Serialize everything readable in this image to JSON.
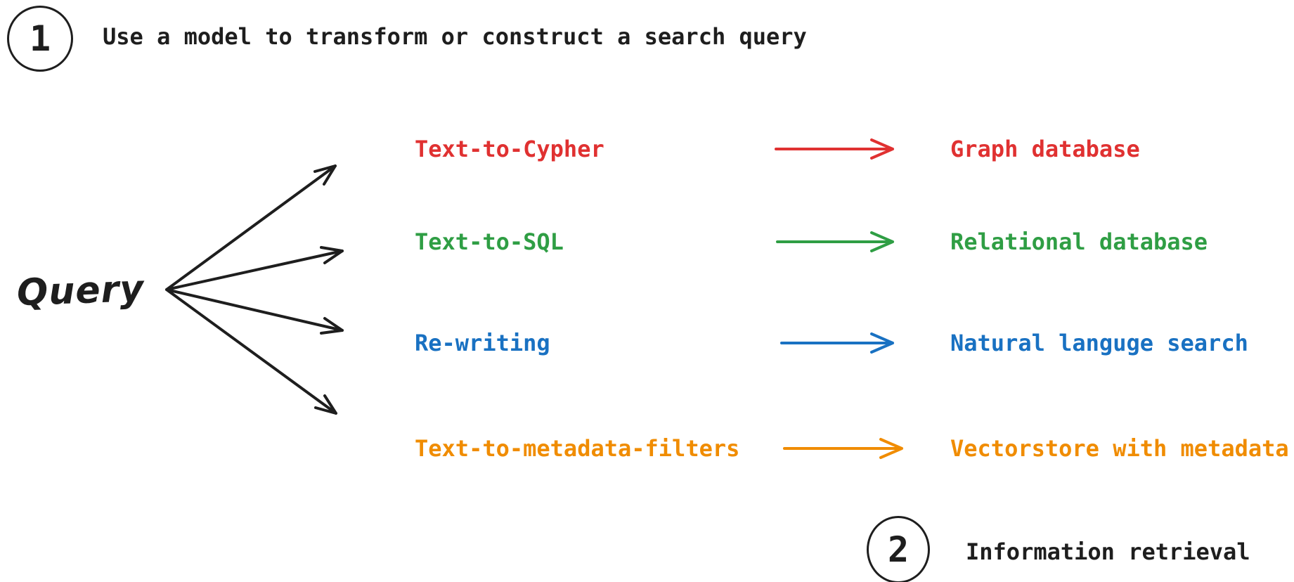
{
  "step1": {
    "number": "1",
    "label": "Use a model to transform or construct a search query"
  },
  "step2": {
    "number": "2",
    "label": "Information retrieval"
  },
  "source": {
    "label": "Query"
  },
  "rows": [
    {
      "technique": "Text-to-Cypher",
      "target": "Graph database",
      "color": "#e03131"
    },
    {
      "technique": "Text-to-SQL",
      "target": "Relational database",
      "color": "#2f9e44"
    },
    {
      "technique": "Re-writing",
      "target": "Natural languge search",
      "color": "#1971c2"
    },
    {
      "technique": "Text-to-metadata-filters",
      "target": "Vectorstore with metadata",
      "color": "#f08c00"
    }
  ],
  "colors": {
    "ink": "#1e1e1e",
    "background": "#ffffff",
    "red": "#e03131",
    "green": "#2f9e44",
    "blue": "#1971c2",
    "orange": "#f08c00"
  }
}
